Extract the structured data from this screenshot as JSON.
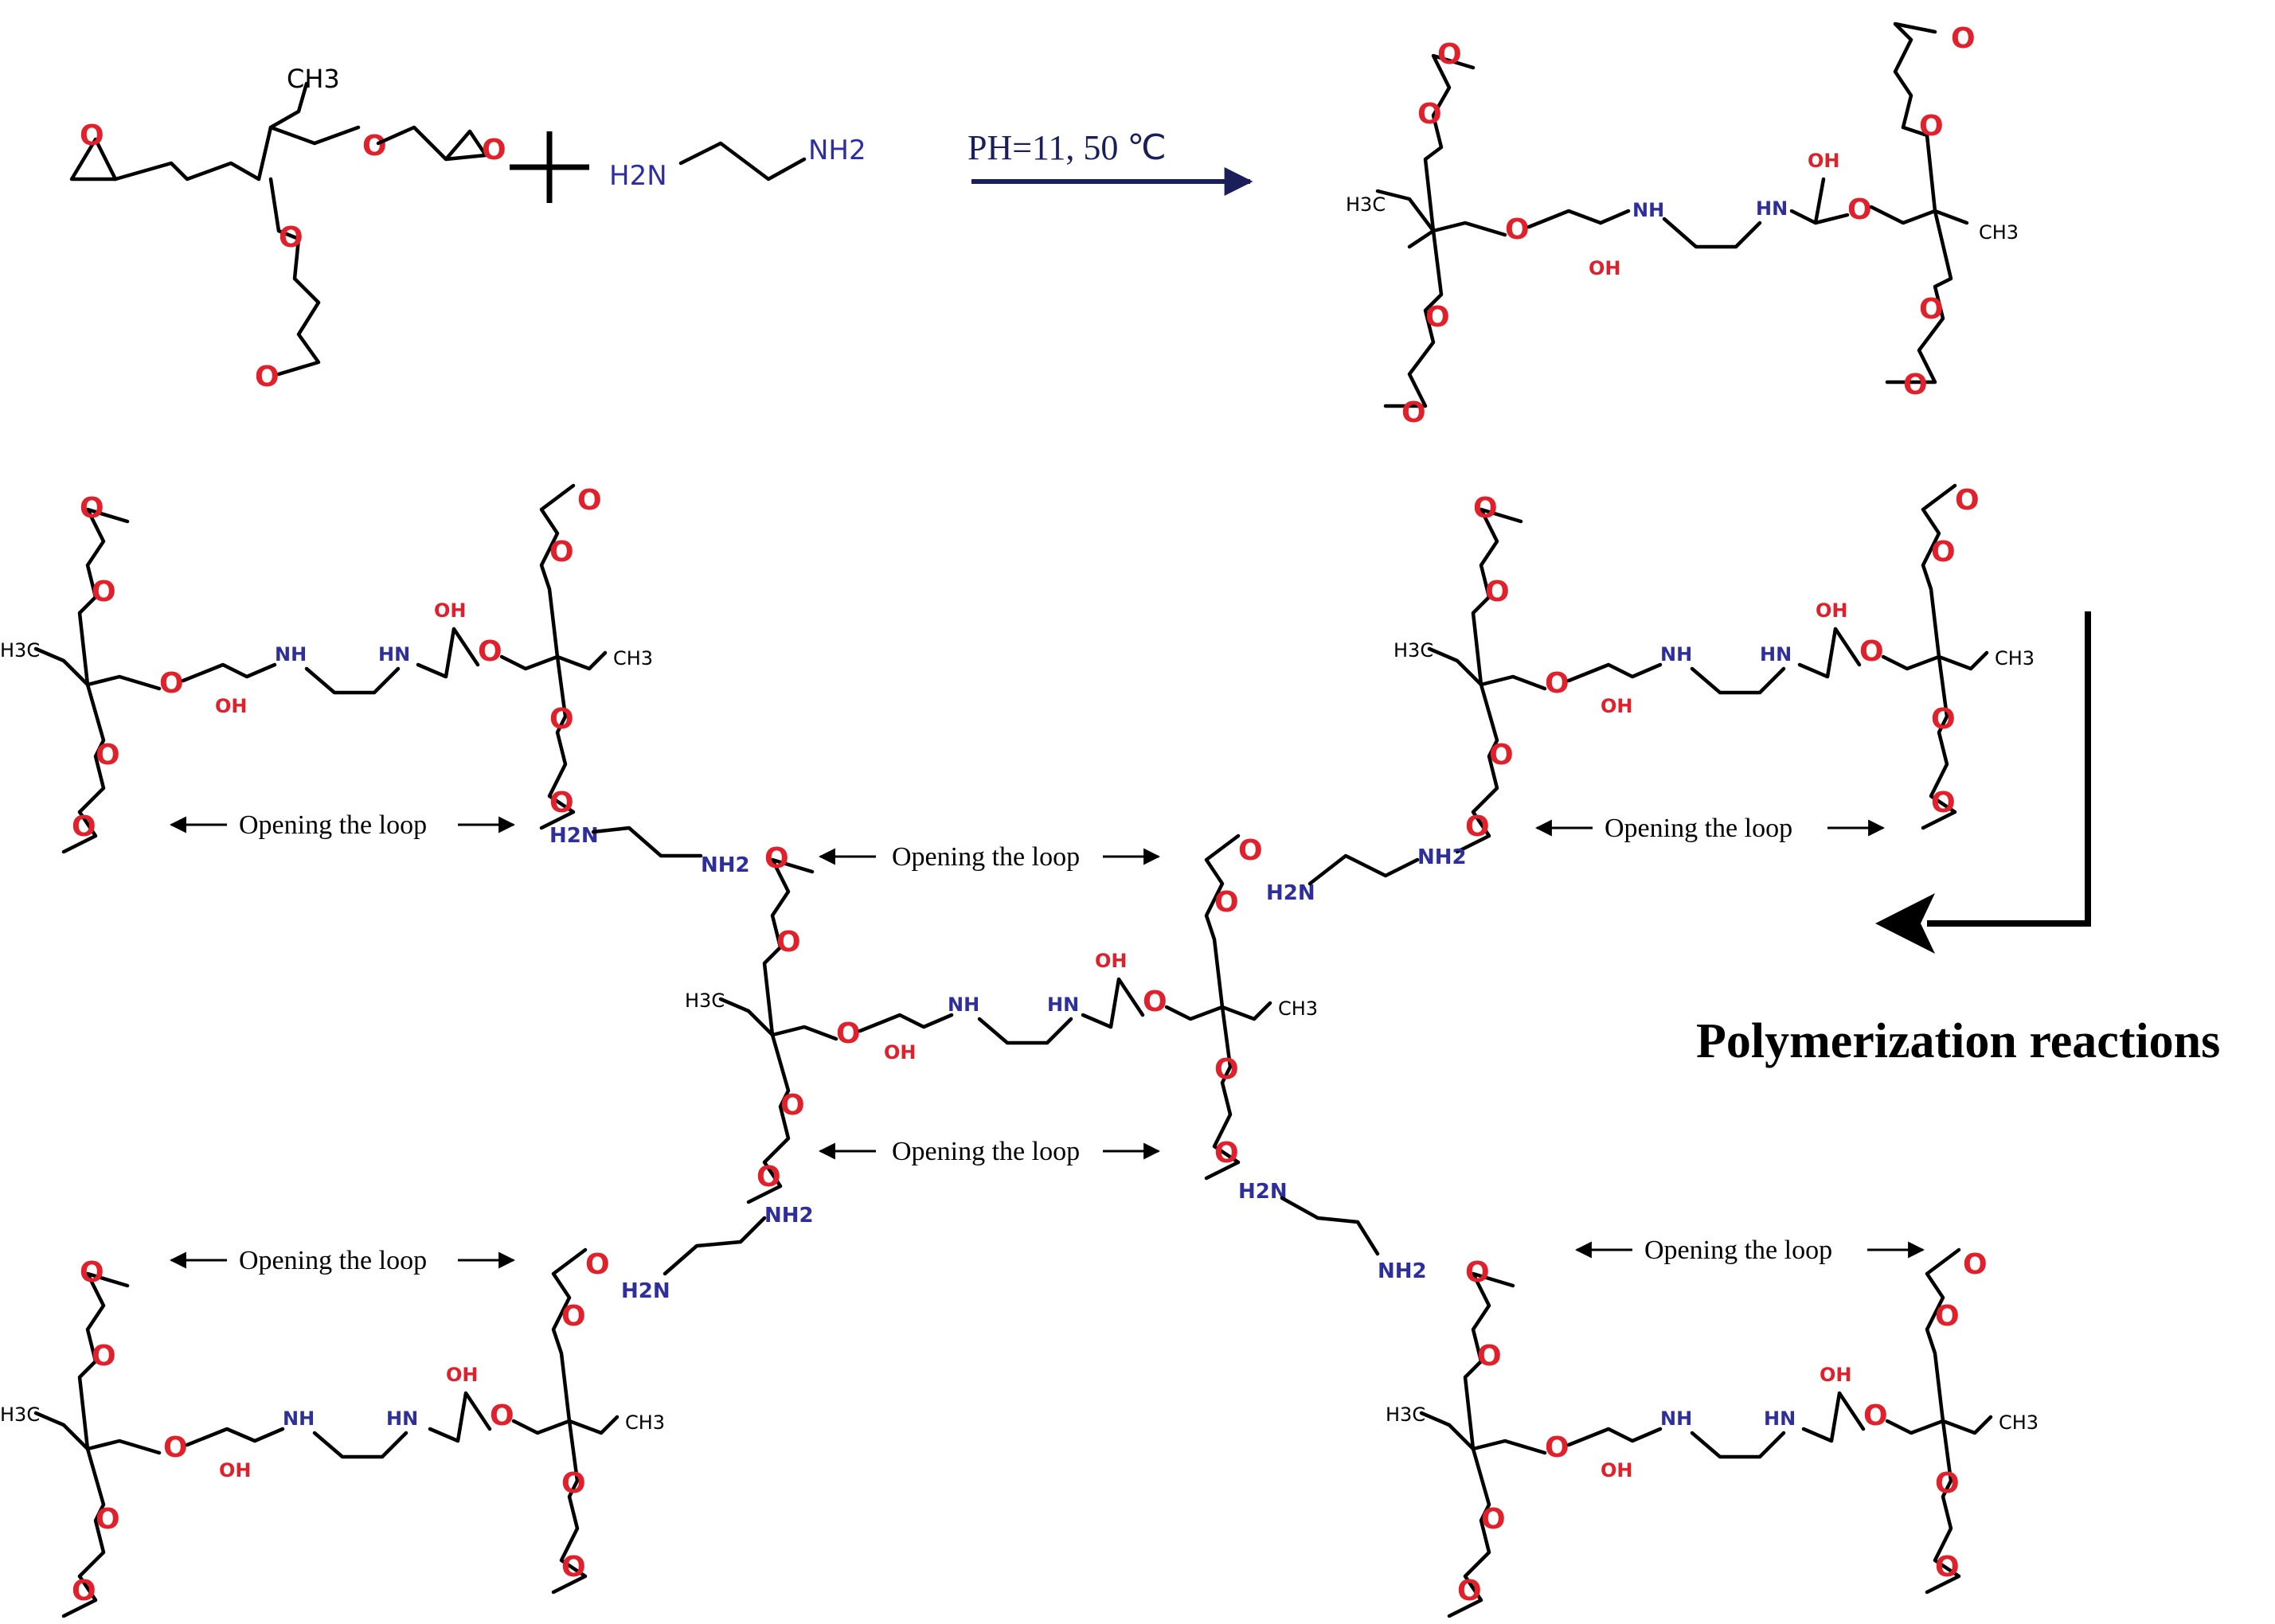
{
  "reaction": {
    "condition": "PH=11,  50 ℃",
    "plus": "+"
  },
  "labels": {
    "title": "Polymerization reactions",
    "opening": "Opening the loop",
    "ch3": "CH3",
    "h3c": "H3C",
    "oh": "OH",
    "nh": "NH",
    "hn": "HN",
    "h2n": "H2N",
    "nh2": "NH2",
    "o": "O"
  },
  "colors": {
    "oxygen": "#e0202a",
    "nitrogen": "#2e2e9c",
    "bond": "#000000",
    "condition_arrow": "#1a1f5a"
  }
}
